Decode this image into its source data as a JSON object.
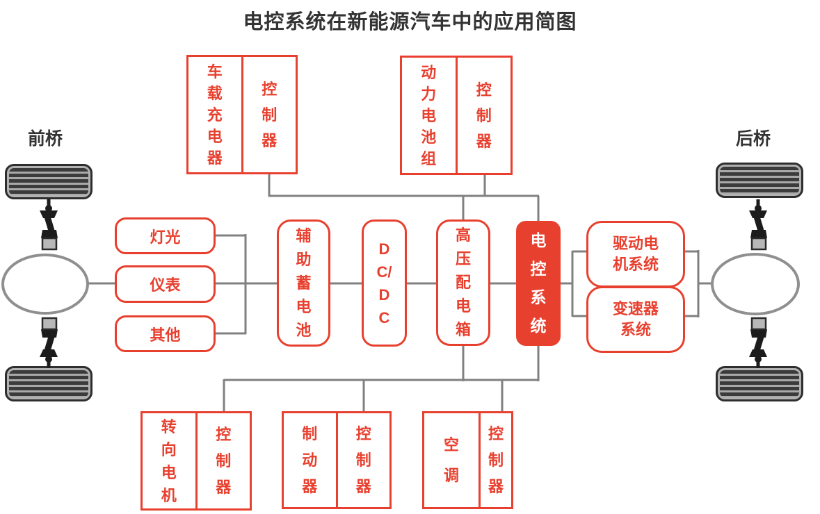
{
  "title": "电控系统在新能源汽车中的应用简图",
  "axles": {
    "front_label": "前桥",
    "rear_label": "后桥"
  },
  "top_row": {
    "charger": {
      "main": "车载充电器",
      "controller": "控制器"
    },
    "battery_pack": {
      "main": "动力电池组",
      "controller": "控制器"
    }
  },
  "left_column": {
    "lights": "灯光",
    "instruments": "仪表",
    "others": "其他"
  },
  "center_row": {
    "aux_battery": "辅助蓄电池",
    "dc_dc": "DC/DC",
    "hv_distribution": "高压配电箱",
    "ecu": "电控系统"
  },
  "right_column": {
    "drive_motor": "驱动电机系统",
    "transmission": "变速器系统"
  },
  "bottom_row": {
    "steering": {
      "main": "转向电机",
      "controller": "控制器"
    },
    "brake": {
      "main": "制动器",
      "controller": "控制器"
    },
    "ac": {
      "main": "空调",
      "controller": "控制器"
    }
  },
  "colors": {
    "red": "#e8402f",
    "line_gray": "#808080",
    "title_text": "#333333",
    "ecu_text": "#ffffff"
  }
}
